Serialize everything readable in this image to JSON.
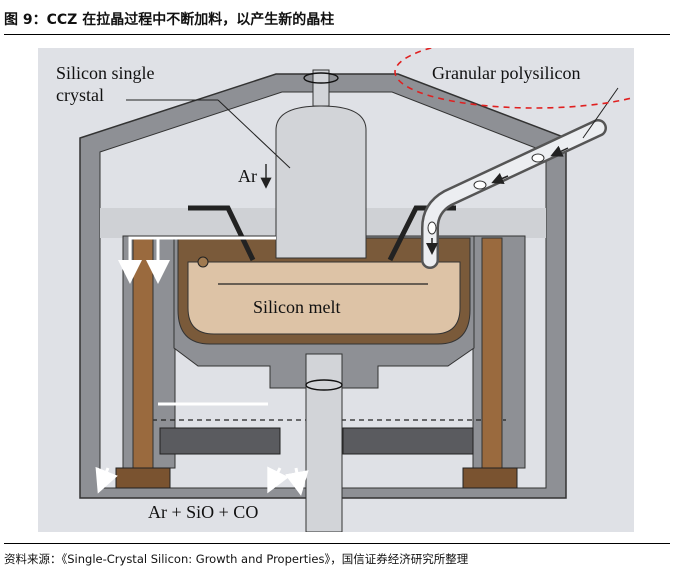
{
  "caption": {
    "text": "图 9：CCZ 在拉晶过程中不断加料，以产生新的晶柱"
  },
  "diagram": {
    "labels": {
      "silicon_single": "Silicon single",
      "crystal": "crystal",
      "granular": "Granular polysilicon",
      "ar": "Ar",
      "melt": "Silicon melt",
      "gas": "Ar + SiO + CO"
    },
    "colors": {
      "background": "#dfe1e6",
      "chamber": "#8e9095",
      "crystal": "#d2d4d8",
      "crucible_fill": "#7a5a3a",
      "melt": "#ddc3a6",
      "rod": "#9a6a3e",
      "accent_dashed": "#e02020"
    }
  },
  "source": {
    "text": "资料来源：《Single-Crystal Silicon: Growth and Properties》，国信证券经济研究所整理"
  }
}
